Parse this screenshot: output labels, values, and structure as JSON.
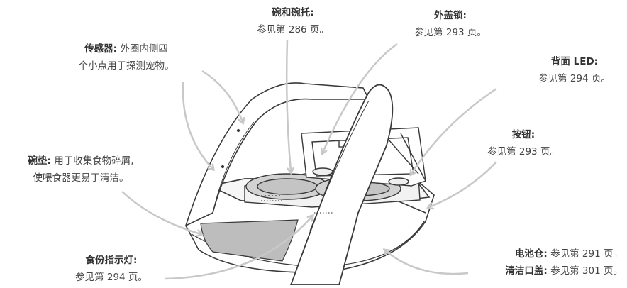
{
  "callouts": {
    "bowls": {
      "title": "碗和碗托:",
      "text": "参见第 286 页。"
    },
    "outer_lid_lock": {
      "title": "外盖锁:",
      "text": "参见第 293 页。"
    },
    "sensor": {
      "title": "传感器:",
      "text1": "外圈内侧四",
      "text2": "个小点用于探测宠物。"
    },
    "rear_led": {
      "title": "背面 LED:",
      "text": "参见第 294 页。"
    },
    "button": {
      "title": "按钮:",
      "text": "参见第 293 页。"
    },
    "mat": {
      "title": "碗垫:",
      "text1": "用于收集食物碎屑,",
      "text2": "使喂食器更易于清洁。"
    },
    "food_indicator": {
      "title": "食份指示灯:",
      "text": "参见第 294 页。"
    },
    "battery": {
      "title": "电池仓:",
      "text": "参见第 291 页。"
    },
    "cleaning_cover": {
      "title": "清洁口盖:",
      "text": "参见第 301 页。"
    }
  },
  "colors": {
    "arrow": "#c8c8c8",
    "outline": "#3a3a3a",
    "mat": "#bdbdbd",
    "bowl": "#d2d2d2"
  }
}
